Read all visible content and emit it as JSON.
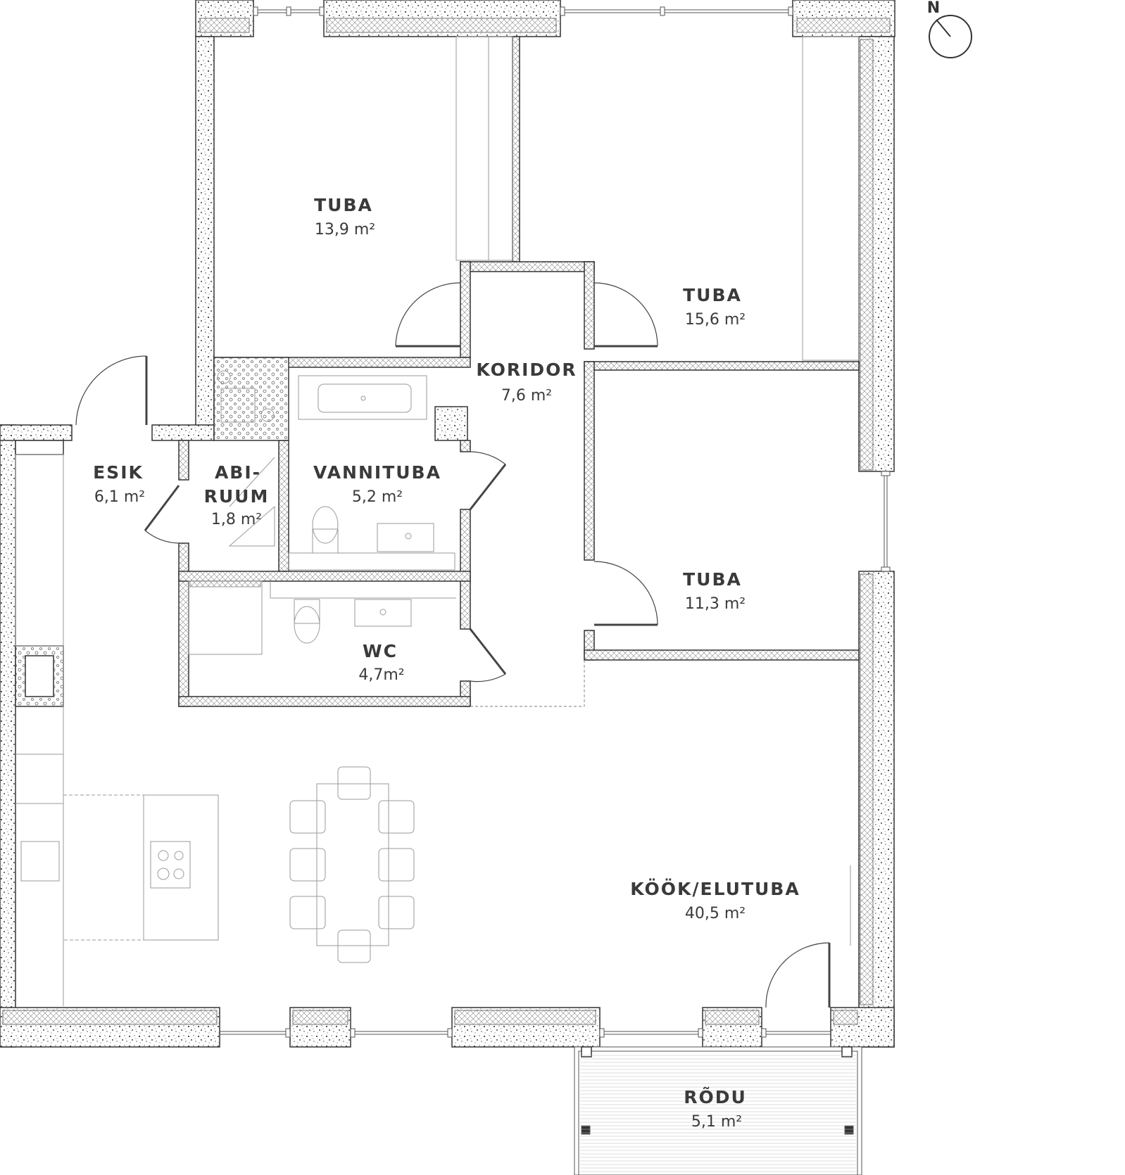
{
  "compass": {
    "label": "N"
  },
  "rooms": [
    {
      "name": "TUBA",
      "area": "13,9 m²"
    },
    {
      "name": "TUBA",
      "area": "15,6 m²"
    },
    {
      "name": "KORIDOR",
      "area": "7,6 m²"
    },
    {
      "name": "TUBA",
      "area": "11,3 m²"
    },
    {
      "name": "ESIK",
      "area": "6,1 m²"
    },
    {
      "name": "ABI-",
      "name2": "RUUM",
      "area": "1,8 m²"
    },
    {
      "name": "VANNITUBA",
      "area": "5,2 m²"
    },
    {
      "name": "WC",
      "area": "4,7m²"
    },
    {
      "name": "KÖÖK/ELUTUBA",
      "area": "40,5 m²"
    },
    {
      "name": "RÕDU",
      "area": "5,1 m²"
    }
  ],
  "colors": {
    "wall_fill": "#ffffff",
    "wall_stroke": "#333333",
    "furniture": "#9a9a9a",
    "text": "#3a3a3a"
  }
}
